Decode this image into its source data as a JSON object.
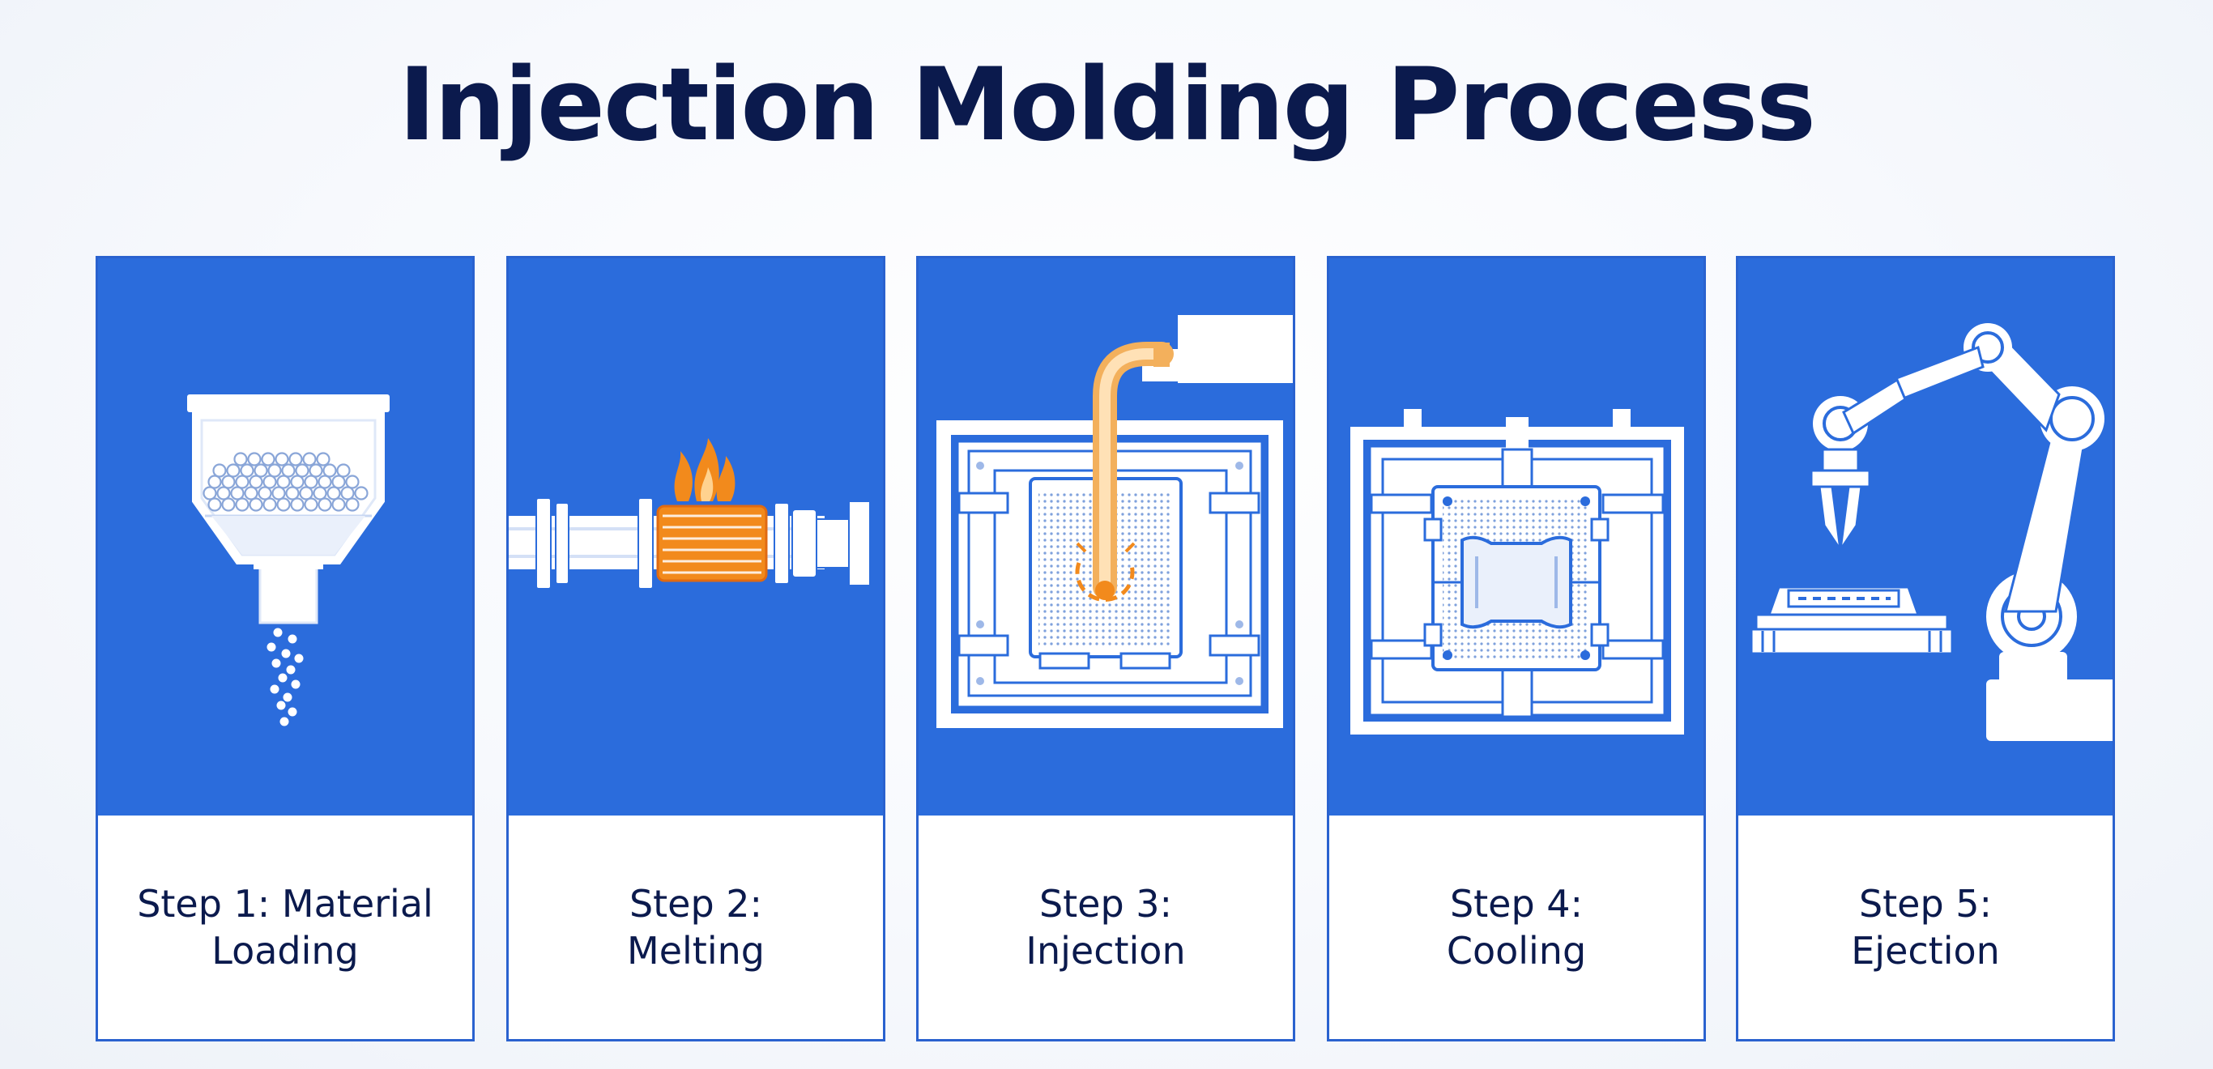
{
  "title": "Injection Molding Process",
  "colors": {
    "panel_blue": "#2b6cdc",
    "border_blue": "#2a62cf",
    "title_navy": "#0b1a4d",
    "heat_orange": "#f28a1c",
    "white": "#ffffff"
  },
  "steps": [
    {
      "line1": "Step 1: Material",
      "line2": "Loading",
      "icon": "hopper-with-pellets-icon"
    },
    {
      "line1": "Step 2:",
      "line2": "Melting",
      "icon": "heated-barrel-icon"
    },
    {
      "line1": "Step 3:",
      "line2": "Injection",
      "icon": "mold-injection-nozzle-icon"
    },
    {
      "line1": "Step 4:",
      "line2": "Cooling",
      "icon": "closed-mold-part-icon"
    },
    {
      "line1": "Step 5:",
      "line2": "Ejection",
      "icon": "robotic-arm-gripper-icon"
    }
  ]
}
